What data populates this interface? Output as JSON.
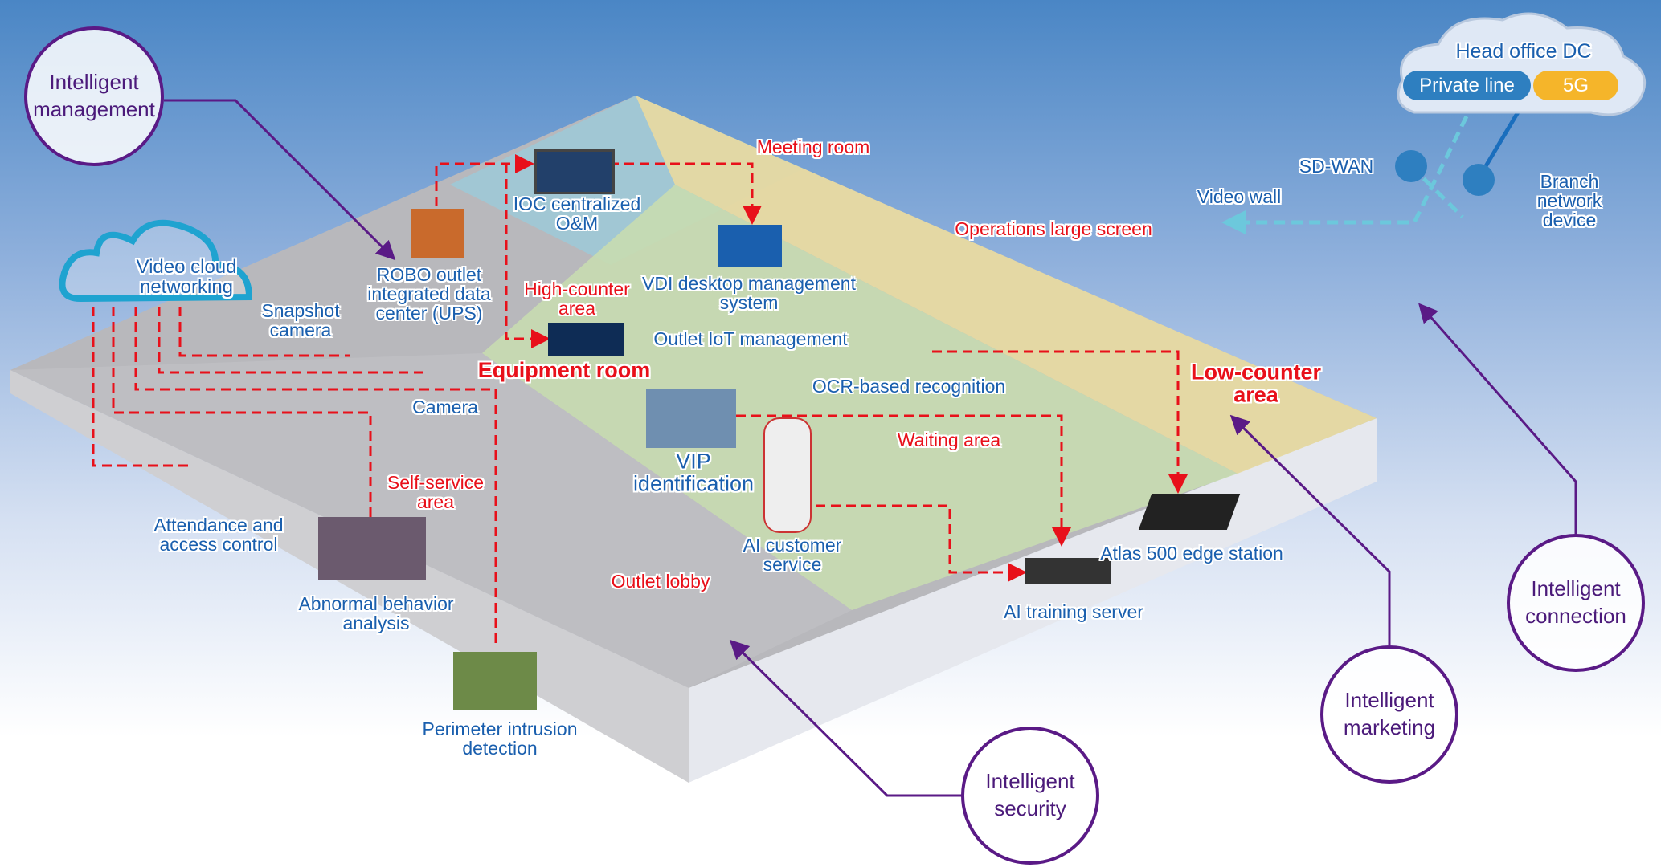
{
  "circles": {
    "management": "Intelligent management",
    "security": "Intelligent security",
    "marketing": "Intelligent marketing",
    "connection": "Intelligent connection"
  },
  "head_office": {
    "title": "Head office DC",
    "private_line": "Private line",
    "fiveg": "5G"
  },
  "video_cloud": "Video cloud networking",
  "labels": {
    "ioc": "IOC centralized O&M",
    "robo": "ROBO outlet integrated data center (UPS)",
    "meeting_room": "Meeting room",
    "vdi": "VDI desktop management system",
    "high_counter": "High-counter area",
    "iot": "Outlet IoT management",
    "equipment_room": "Equipment room",
    "snapshot_camera": "Snapshot camera",
    "camera": "Camera",
    "ops_screen": "Operations large screen",
    "video_wall": "Video wall",
    "sdwan": "SD-WAN",
    "branch_device": "Branch network device",
    "ocr": "OCR-based recognition",
    "low_counter": "Low-counter area",
    "waiting_area": "Waiting area",
    "vip": "VIP identification",
    "self_service": "Self-service area",
    "attendance": "Attendance and access control",
    "abnormal": "Abnormal behavior analysis",
    "ai_service": "AI customer service",
    "atlas": "Atlas 500 edge station",
    "ai_server": "AI training server",
    "lobby": "Outlet lobby",
    "perimeter": "Perimeter intrusion detection"
  },
  "colors": {
    "accent_purple": "#5a1a86",
    "link_red": "#e8101a",
    "label_blue": "#1a5fae",
    "cloud_cyan": "#1fa3d0",
    "pill_blue": "#2e7fc0",
    "pill_orange": "#f5b52a"
  }
}
